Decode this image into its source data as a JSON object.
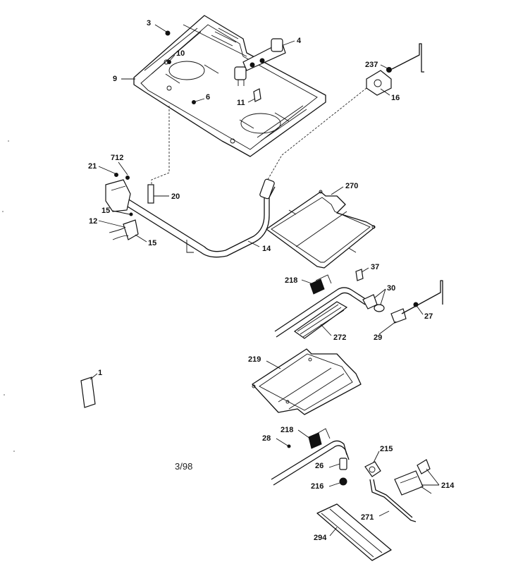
{
  "diagram": {
    "labels": [
      {
        "id": "3",
        "text": "3"
      },
      {
        "id": "4",
        "text": "4"
      },
      {
        "id": "10",
        "text": "10"
      },
      {
        "id": "9",
        "text": "9"
      },
      {
        "id": "6",
        "text": "6"
      },
      {
        "id": "11",
        "text": "11"
      },
      {
        "id": "237",
        "text": "237"
      },
      {
        "id": "16",
        "text": "16"
      },
      {
        "id": "712",
        "text": "712"
      },
      {
        "id": "21",
        "text": "21"
      },
      {
        "id": "20",
        "text": "20"
      },
      {
        "id": "270",
        "text": "270"
      },
      {
        "id": "15a",
        "text": "15"
      },
      {
        "id": "12",
        "text": "12"
      },
      {
        "id": "15b",
        "text": "15"
      },
      {
        "id": "14",
        "text": "14"
      },
      {
        "id": "37",
        "text": "37"
      },
      {
        "id": "218a",
        "text": "218"
      },
      {
        "id": "30",
        "text": "30"
      },
      {
        "id": "27",
        "text": "27"
      },
      {
        "id": "272",
        "text": "272"
      },
      {
        "id": "29",
        "text": "29"
      },
      {
        "id": "1",
        "text": "1"
      },
      {
        "id": "219",
        "text": "219"
      },
      {
        "id": "28",
        "text": "28"
      },
      {
        "id": "218b",
        "text": "218"
      },
      {
        "id": "215",
        "text": "215"
      },
      {
        "id": "26",
        "text": "26"
      },
      {
        "id": "216",
        "text": "216"
      },
      {
        "id": "214",
        "text": "214"
      },
      {
        "id": "271",
        "text": "271"
      },
      {
        "id": "294",
        "text": "294"
      }
    ],
    "date_code": "3/98"
  }
}
